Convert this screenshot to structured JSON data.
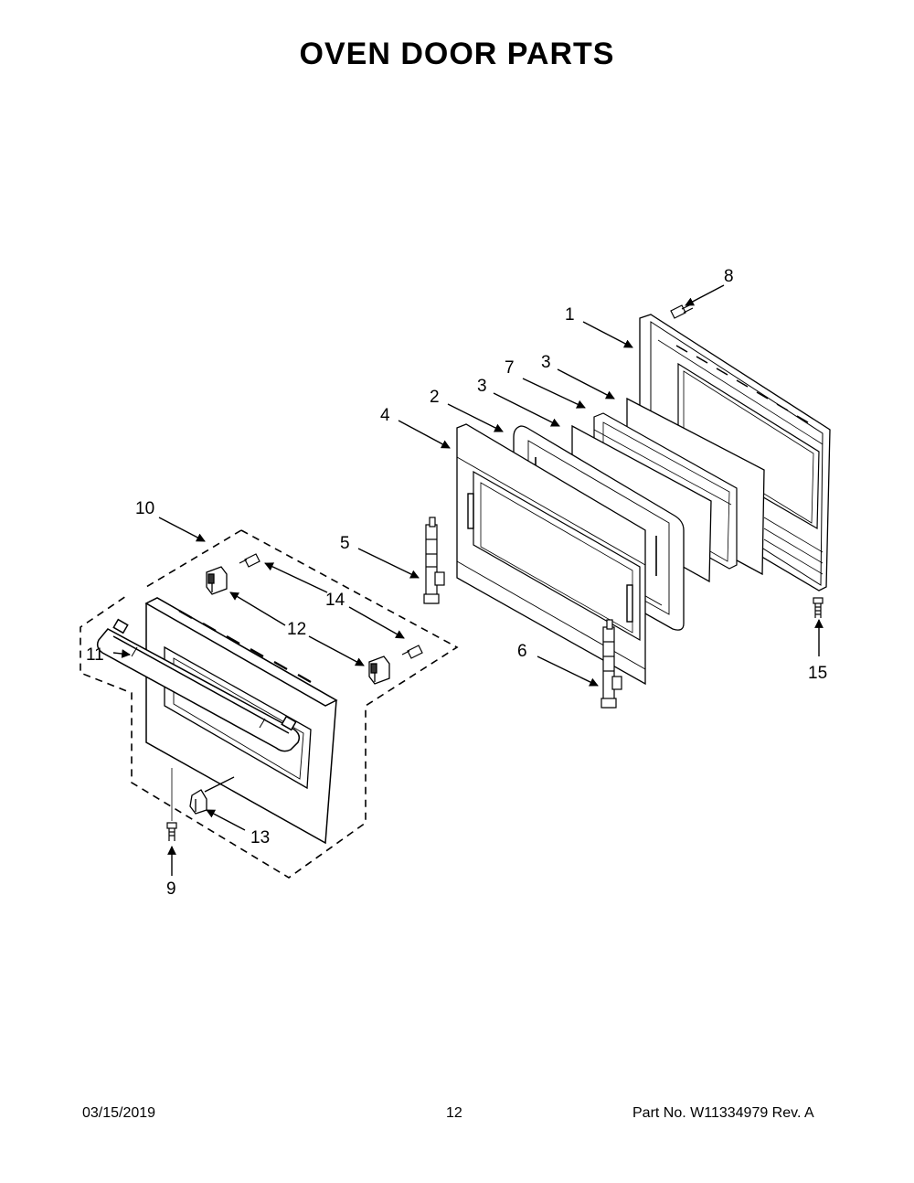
{
  "title": "OVEN DOOR PARTS",
  "callouts": {
    "c1": "1",
    "c2": "2",
    "c3a": "3",
    "c3b": "3",
    "c4": "4",
    "c5": "5",
    "c6": "6",
    "c7": "7",
    "c8": "8",
    "c9": "9",
    "c10": "10",
    "c11": "11",
    "c12": "12",
    "c13": "13",
    "c14": "14",
    "c15": "15"
  },
  "footer": {
    "date": "03/15/2019",
    "page": "12",
    "part_label": "Part No.  W11334979  Rev.  A"
  }
}
